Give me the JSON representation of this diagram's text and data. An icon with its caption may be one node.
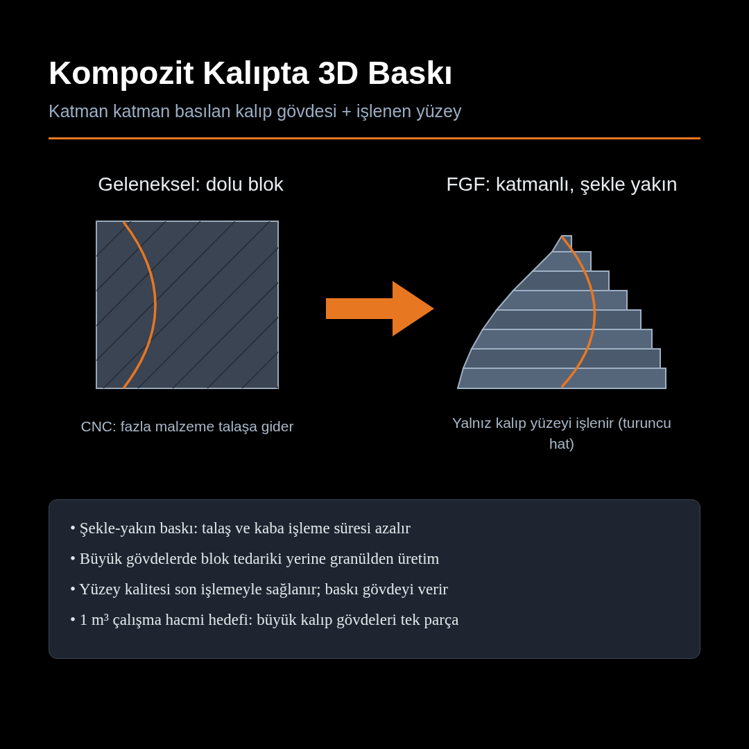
{
  "diagram": {
    "title": "Kompozit Kalıpta 3D Baskı",
    "nodes": [
      {
        "text": [
          "Geleneksel: dolu blok"
        ],
        "beside": [
          "CNC: fazla malzeme talaşa gider"
        ]
      },
      {
        "text": [
          "FGF: katmanlı, şekle yakın"
        ],
        "beside": [
          "Yalnız kalıp yüzeyi işlenir (turuncu hat)"
        ]
      },
      {
        "text": [
          "• Şekle-yakın baskı: talaş ve kaba işleme süresi azalır",
          "• Büyük gövdelerde blok tedariki yerine granülden üretim",
          "• Yüzey kalitesi son işlemeyle sağlanır; baskı gövdeyi verir",
          "• 1 m³ çalışma hacmi hedefi: büyük kalıp gövdeleri tek parça"
        ]
      }
    ],
    "edges": [
      {
        "from": 0,
        "to": 1,
        "arrow": "to"
      }
    ],
    "labels": [
      "Katman katman basılan kalıp gövdesi + işlenen yüzey"
    ]
  }
}
